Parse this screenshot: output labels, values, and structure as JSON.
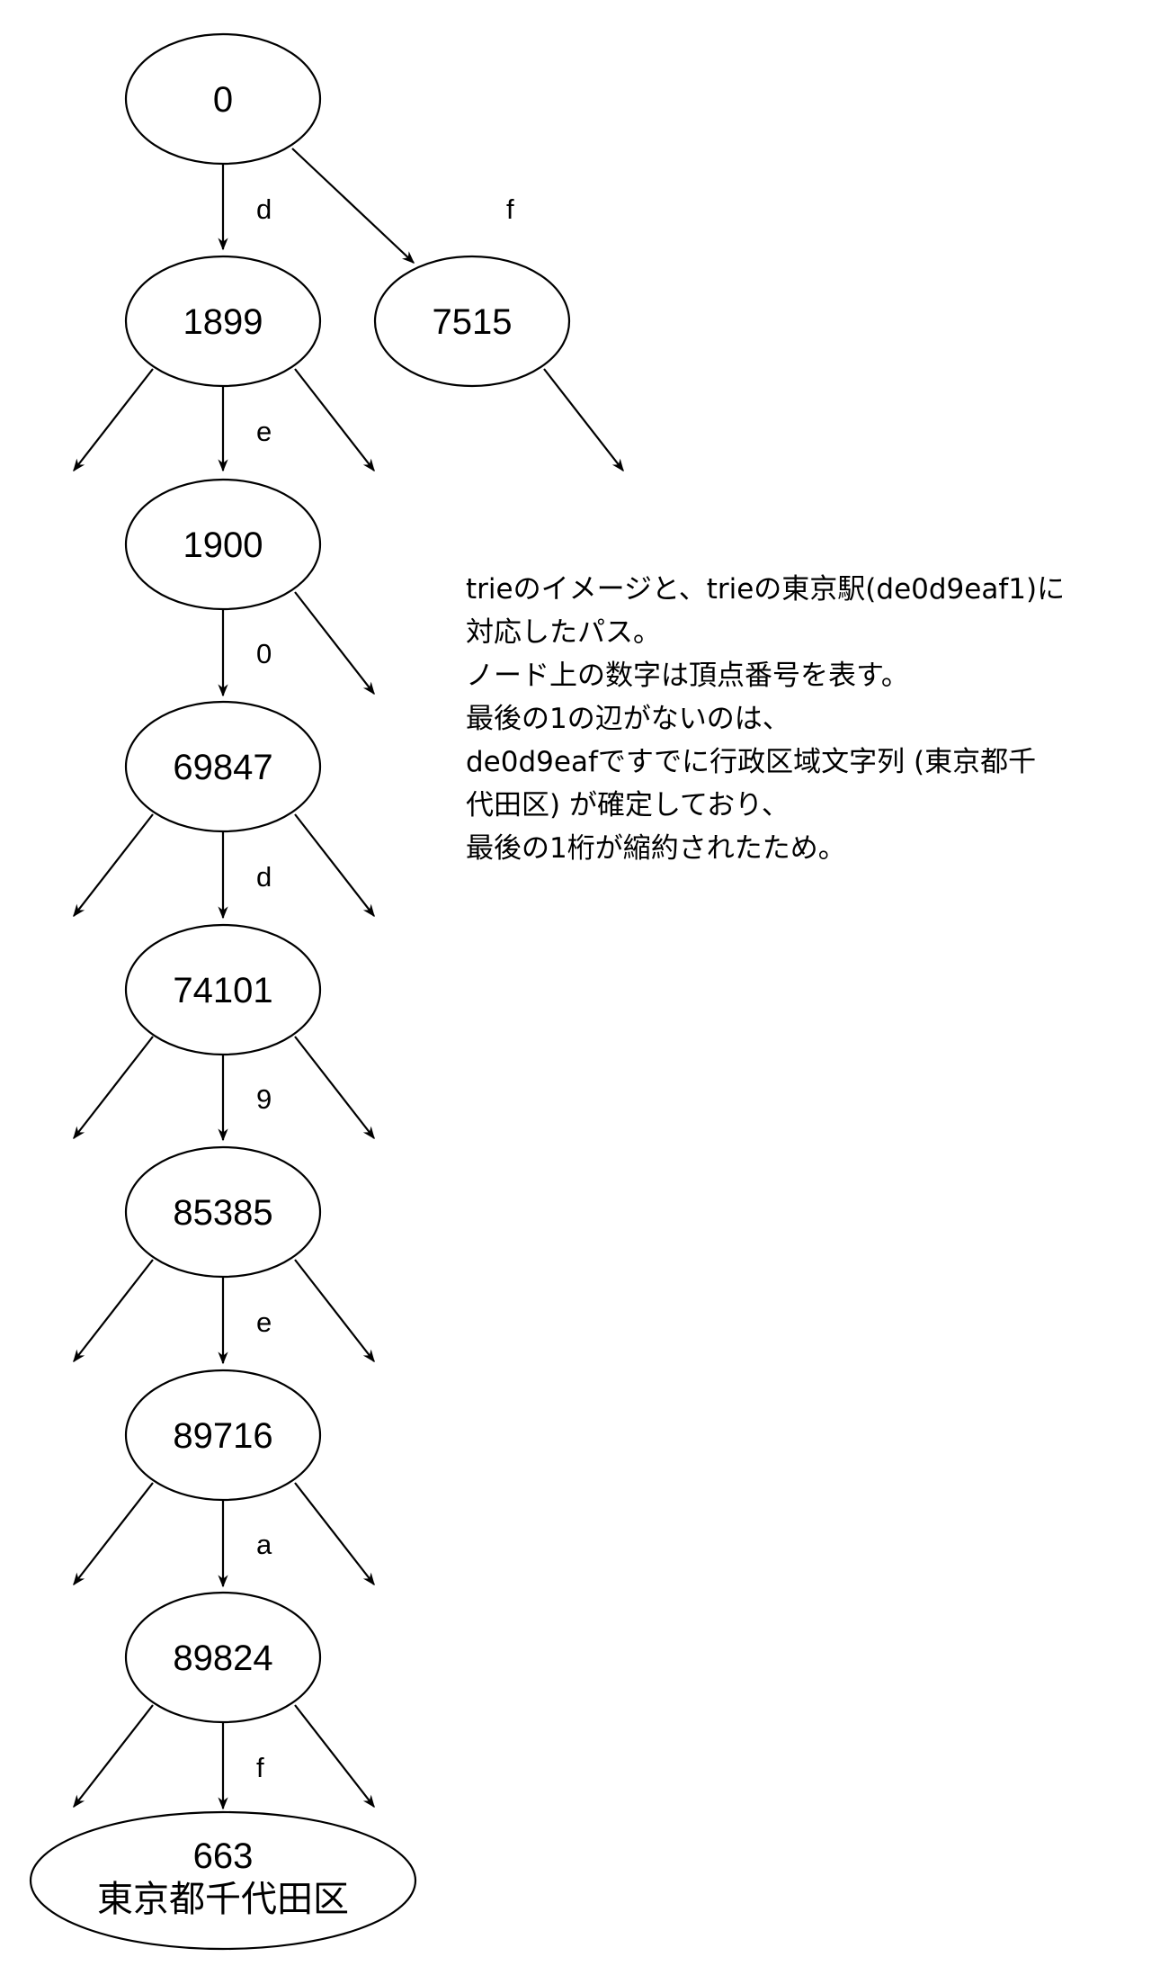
{
  "nodes": [
    {
      "id": "n0",
      "label": "0"
    },
    {
      "id": "n1899",
      "label": "1899"
    },
    {
      "id": "n7515",
      "label": "7515"
    },
    {
      "id": "n1900",
      "label": "1900"
    },
    {
      "id": "n69847",
      "label": "69847"
    },
    {
      "id": "n74101",
      "label": "74101"
    },
    {
      "id": "n85385",
      "label": "85385"
    },
    {
      "id": "n89716",
      "label": "89716"
    },
    {
      "id": "n89824",
      "label": "89824"
    },
    {
      "id": "n663",
      "label": "663",
      "sublabel": "東京都千代田区"
    }
  ],
  "edges": [
    {
      "from": "n0",
      "to": "n1899",
      "label": "d"
    },
    {
      "from": "n0",
      "to": "n7515",
      "label": "f"
    },
    {
      "from": "n1899",
      "to": "n1900",
      "label": "e"
    },
    {
      "from": "n1900",
      "to": "n69847",
      "label": "0"
    },
    {
      "from": "n69847",
      "to": "n74101",
      "label": "d"
    },
    {
      "from": "n74101",
      "to": "n85385",
      "label": "9"
    },
    {
      "from": "n85385",
      "to": "n89716",
      "label": "e"
    },
    {
      "from": "n89716",
      "to": "n89824",
      "label": "a"
    },
    {
      "from": "n89824",
      "to": "n663",
      "label": "f"
    }
  ],
  "note": {
    "lines": [
      "trieのイメージと、trieの東京駅(de0d9eaf1)に",
      "対応したパス。",
      "ノード上の数字は頂点番号を表す。",
      "最後の1の辺がないのは、",
      "de0d9eafですでに行政区域文字列 (東京都千",
      "代田区) が確定しており、",
      "最後の1桁が縮約されたため。"
    ]
  },
  "colors": {
    "stroke": "#000000",
    "background": "#ffffff"
  }
}
